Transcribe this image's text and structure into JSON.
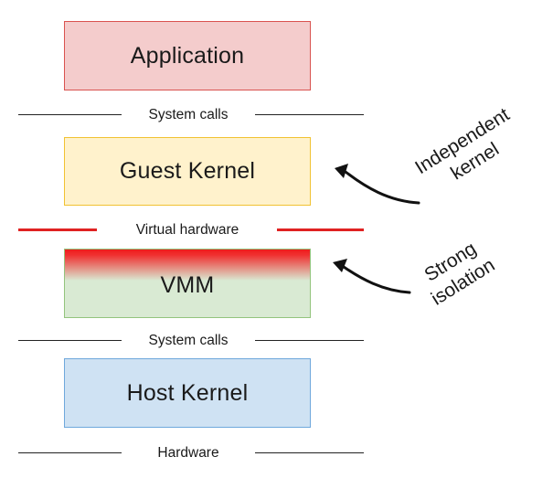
{
  "layers": {
    "application": "Application",
    "guest_kernel": "Guest Kernel",
    "vmm": "VMM",
    "host_kernel": "Host Kernel"
  },
  "interfaces": {
    "system_calls_top": "System calls",
    "virtual_hardware": "Virtual hardware",
    "system_calls_bottom": "System calls",
    "hardware": "Hardware"
  },
  "annotations": {
    "independent_kernel": {
      "line1": "Independent",
      "line2": "kernel"
    },
    "strong_isolation": {
      "line1": "Strong",
      "line2": "isolation"
    }
  },
  "colors": {
    "application_fill": "#f4cccc",
    "guest_kernel_fill": "#fff2cc",
    "vmm_fill": "#d9ead3",
    "host_kernel_fill": "#cfe2f3",
    "isolation_red": "#e02222"
  }
}
